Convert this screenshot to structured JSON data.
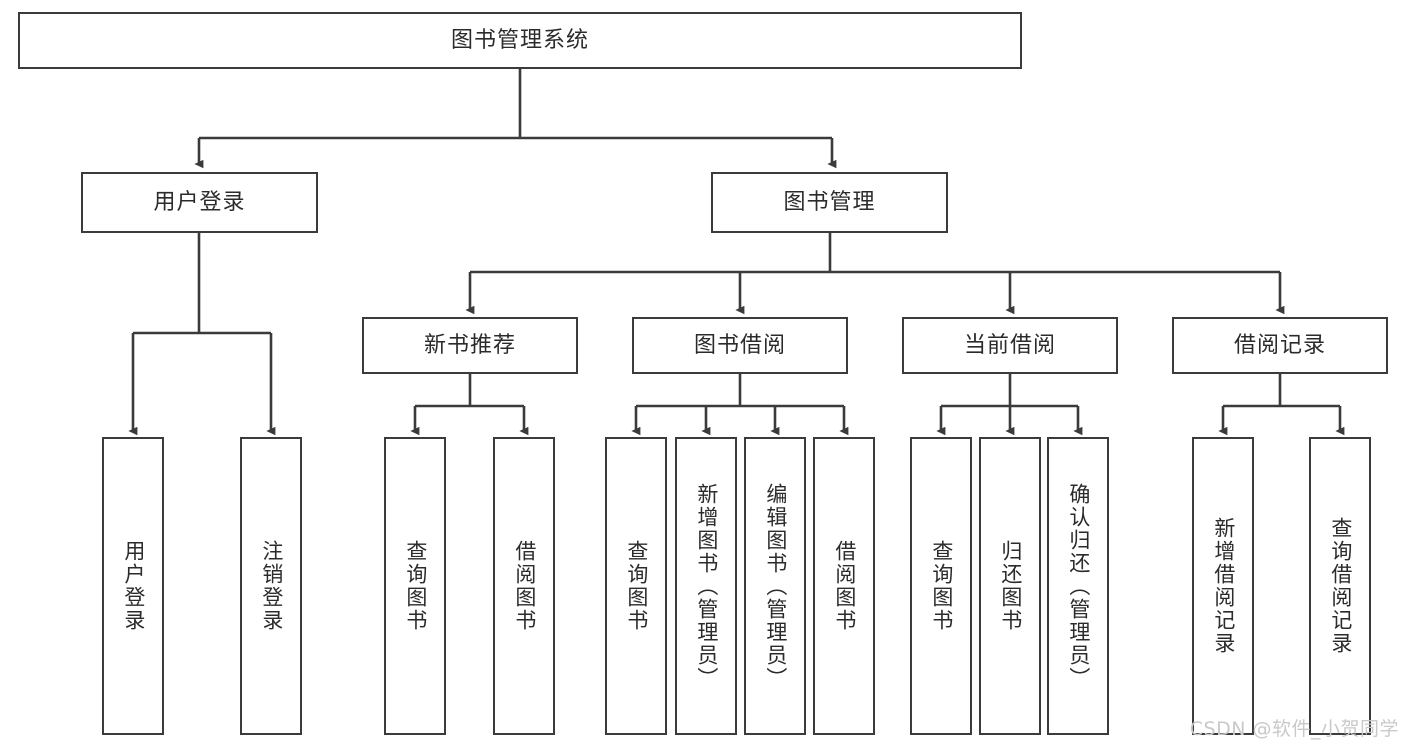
{
  "diagram": {
    "title": "图书管理系统",
    "type": "tree-hierarchy-chart",
    "colors": {
      "box_border": "#3b3b3b",
      "box_fill": "#ffffff",
      "connector": "#3b3b3b",
      "text": "#2b2b2b",
      "watermark": "#c9c9c9",
      "background": "#ffffff"
    },
    "root": {
      "label": "图书管理系统"
    },
    "level2": [
      {
        "label": "用户登录"
      },
      {
        "label": "图书管理"
      }
    ],
    "level3": [
      {
        "label": "新书推荐"
      },
      {
        "label": "图书借阅"
      },
      {
        "label": "当前借阅"
      },
      {
        "label": "借阅记录"
      }
    ],
    "leaves": {
      "user_login": [
        {
          "label": "用户登录"
        },
        {
          "label": "注销登录"
        }
      ],
      "new_book_recommend": [
        {
          "label": "查询图书"
        },
        {
          "label": "借阅图书"
        }
      ],
      "book_borrow": [
        {
          "label": "查询图书"
        },
        {
          "label": "新增图书（管理员）"
        },
        {
          "label": "编辑图书（管理员）"
        },
        {
          "label": "借阅图书"
        }
      ],
      "current_borrow": [
        {
          "label": "查询图书"
        },
        {
          "label": "归还图书"
        },
        {
          "label": "确认归还（管理员）"
        }
      ],
      "borrow_record": [
        {
          "label": "新增借阅记录"
        },
        {
          "label": "查询借阅记录"
        }
      ]
    }
  },
  "watermark": {
    "text": "CSDN @软件_小贺同学"
  }
}
